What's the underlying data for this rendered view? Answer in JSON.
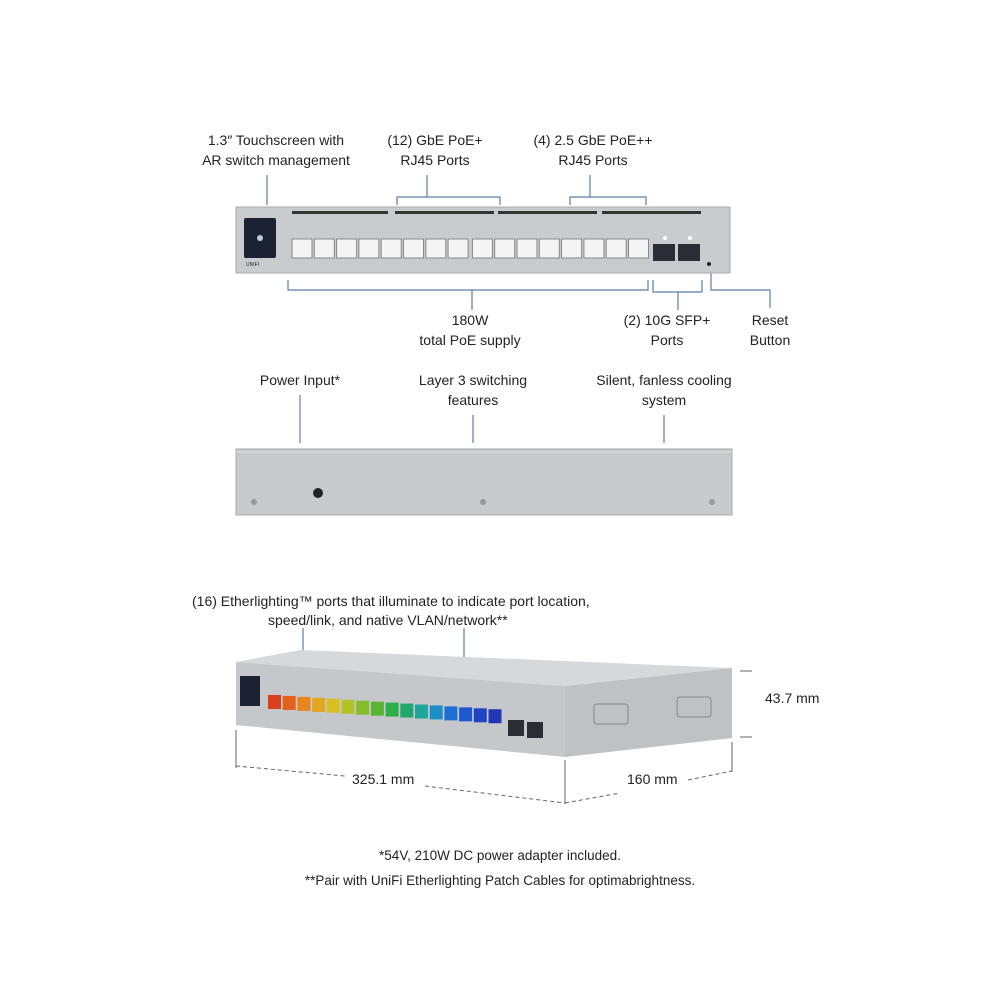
{
  "front_view": {
    "callouts_top": [
      {
        "line1": "1.3″ Touchscreen with",
        "line2": "AR switch management"
      },
      {
        "line1": "(12) GbE PoE+",
        "line2": "RJ45 Ports"
      },
      {
        "line1": "(4) 2.5 GbE PoE++",
        "line2": "RJ45 Ports"
      }
    ],
    "callouts_bottom": [
      {
        "line1": "180W",
        "line2": "total PoE supply"
      },
      {
        "line1": "(2) 10G SFP+",
        "line2": "Ports"
      },
      {
        "line1": "Reset",
        "line2": "Button"
      }
    ],
    "port_count": 16,
    "sfp_count": 2
  },
  "rear_view": {
    "callouts": [
      {
        "line1": "Power Input*",
        "line2": ""
      },
      {
        "line1": "Layer 3 switching",
        "line2": "features"
      },
      {
        "line1": "Silent, fanless cooling",
        "line2": "system"
      }
    ]
  },
  "perspective_view": {
    "callout_line1": "(16) Etherlighting™ ports that illuminate to indicate port location,",
    "callout_line2": "speed/link, and native VLAN/network**",
    "dim_height": "43.7 mm",
    "dim_width": "325.1 mm",
    "dim_depth": "160 mm",
    "port_colors": [
      "#d8401f",
      "#e2621c",
      "#e8851c",
      "#e6a51e",
      "#d9c020",
      "#b2c425",
      "#86bd2c",
      "#5cb436",
      "#2fae4c",
      "#21a86e",
      "#1fa59a",
      "#1e8fc6",
      "#1d6fd2",
      "#1e58cf",
      "#2045c4",
      "#2336b8"
    ]
  },
  "footnotes": {
    "note1": "*54V, 210W DC power adapter included.",
    "note2": "**Pair with UniFi Etherlighting Patch Cables for optimabrightness."
  },
  "colors": {
    "leader": "#5a7fa6",
    "chassis": "#c9cbcf"
  }
}
